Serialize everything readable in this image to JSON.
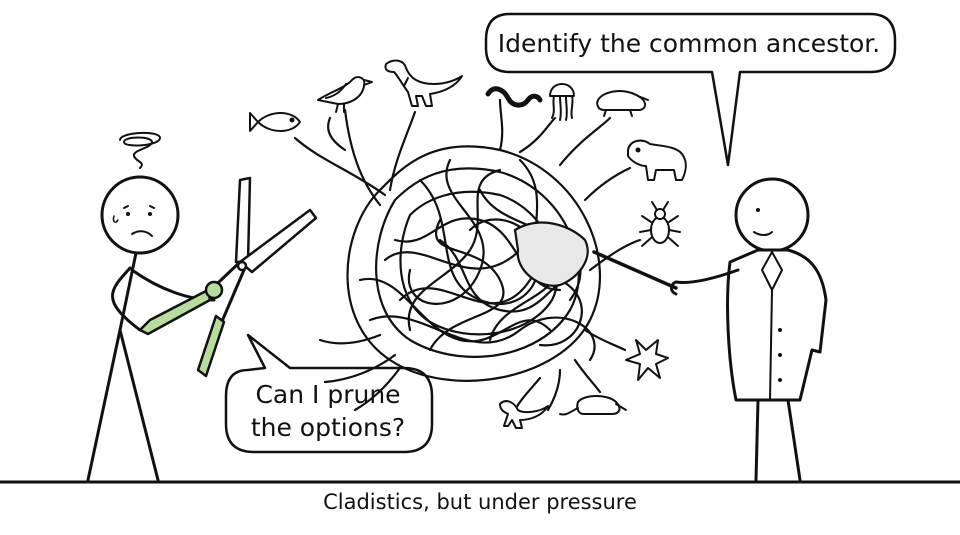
{
  "scientist_speech": "Identify the common ancestor.",
  "student_speech": {
    "line1": "Can I prune",
    "line2": "the options?"
  },
  "caption": "Cladistics, but under pressure",
  "colors": {
    "ink": "#111111",
    "shears_handle": "#b8dca0",
    "background": "#ffffff"
  },
  "icons": [
    "fish-icon",
    "bird-icon",
    "dinosaur-icon",
    "worm-icon",
    "jellyfish-icon",
    "rodent-icon",
    "bear-icon",
    "beetle-icon",
    "starfish-icon",
    "lizard-icon",
    "mouse-icon",
    "shears-icon",
    "pointer-stick-icon"
  ]
}
